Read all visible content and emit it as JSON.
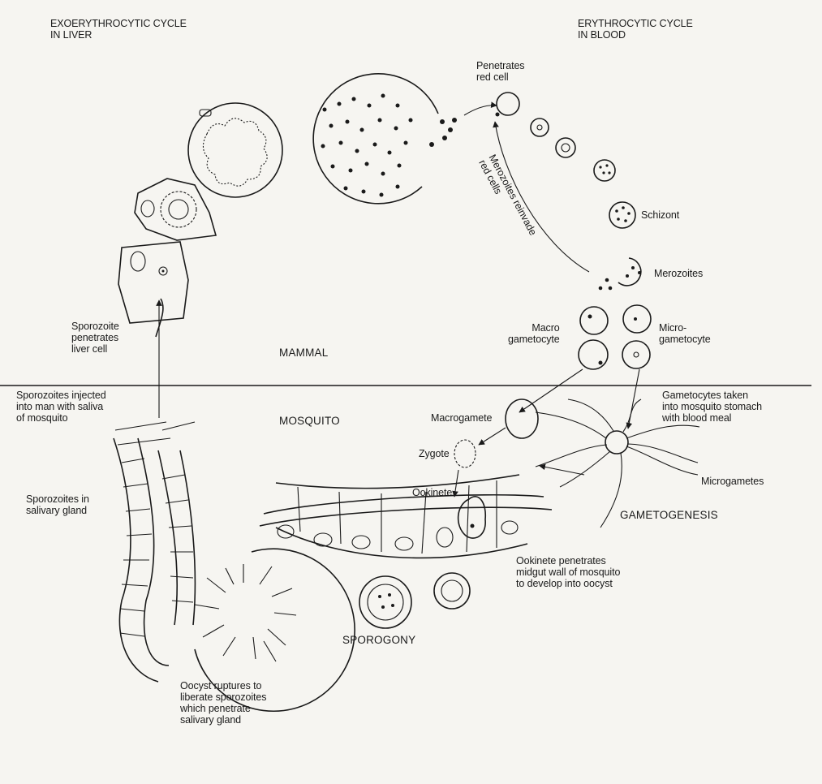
{
  "headings": {
    "liver_cycle": "EXOERYTHROCYTIC CYCLE\nIN LIVER",
    "blood_cycle": "ERYTHROCYTIC CYCLE\nIN BLOOD"
  },
  "regions": {
    "mammal": "MAMMAL",
    "mosquito": "MOSQUITO"
  },
  "labels": {
    "penetrates_red_cell": "Penetrates\nred cell",
    "merozoites_reinvade": "Merozoites reinvade\nred cells",
    "schizont": "Schizont",
    "merozoites": "Merozoites",
    "macrogametocyte": "Macro\ngametocyte",
    "microgametocyte": "Micro-\ngametocyte",
    "sporozoite_penetrates": "Sporozoite\npenetrates\nliver cell",
    "sporozoites_injected": "Sporozoites injected\ninto man with saliva\nof mosquito",
    "gametocytes_taken": "Gametocytes taken\ninto mosquito stomach\nwith blood meal",
    "macrogamete": "Macrogamete",
    "zygote": "Zygote",
    "ookinete": "Ookinete",
    "microgametes": "Microgametes",
    "gametogenesis": "GAMETOGENESIS",
    "sporozoites_salivary": "Sporozoites in\nsalivary gland",
    "ookinete_penetrates": "Ookinete penetrates\nmidgut wall of mosquito\nto develop into oocyst",
    "sporogony": "SPOROGONY",
    "oocyst_ruptures": "Oocyst ruptures to\nliberate sporozoites\nwhich penetrate\nsalivary gland"
  },
  "colors": {
    "ink": "#1a1a1a",
    "paper": "#f6f5f1"
  }
}
